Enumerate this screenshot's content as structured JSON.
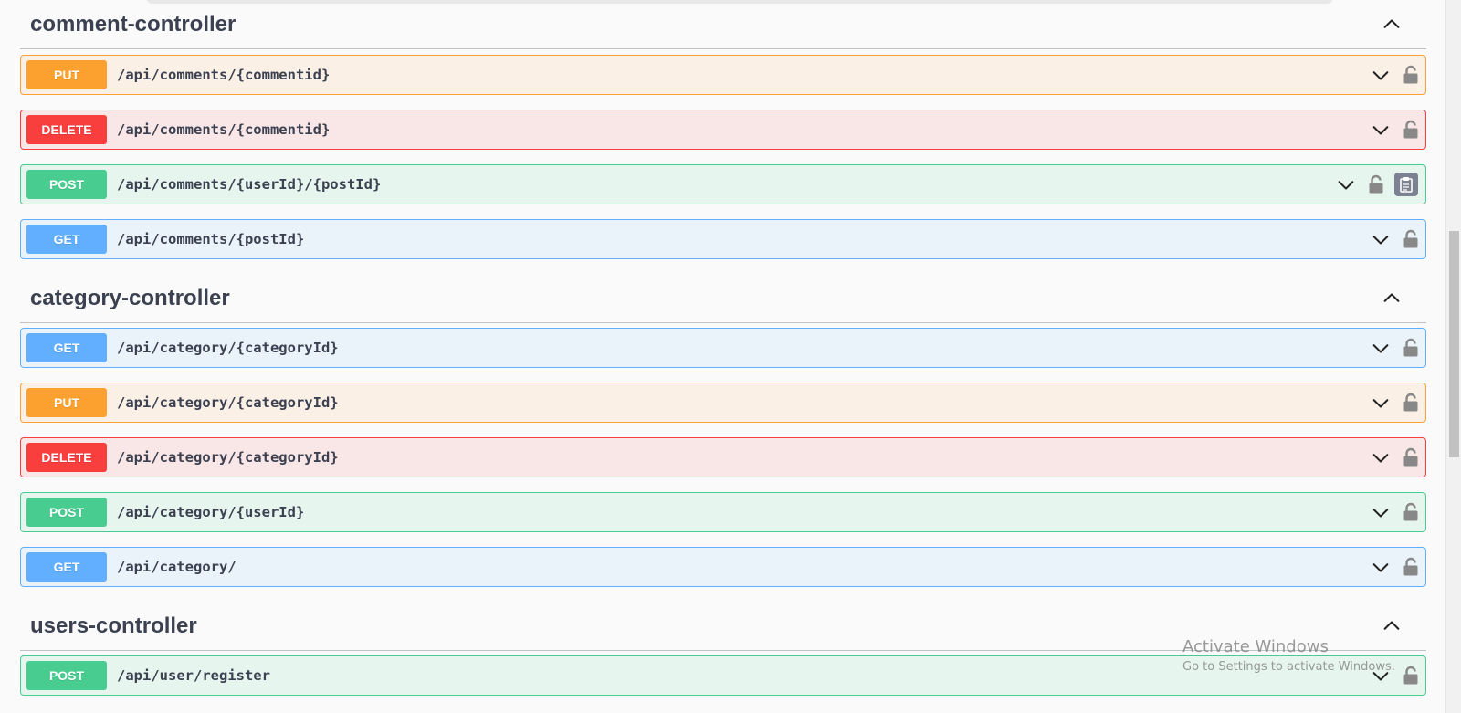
{
  "sections": [
    {
      "title": "comment-controller",
      "ops": [
        {
          "method": "PUT",
          "path": "/api/comments/{commentid}",
          "copy": false
        },
        {
          "method": "DELETE",
          "path": "/api/comments/{commentid}",
          "copy": false
        },
        {
          "method": "POST",
          "path": "/api/comments/{userId}/{postId}",
          "copy": true
        },
        {
          "method": "GET",
          "path": "/api/comments/{postId}",
          "copy": false
        }
      ]
    },
    {
      "title": "category-controller",
      "ops": [
        {
          "method": "GET",
          "path": "/api/category/{categoryId}",
          "copy": false
        },
        {
          "method": "PUT",
          "path": "/api/category/{categoryId}",
          "copy": false
        },
        {
          "method": "DELETE",
          "path": "/api/category/{categoryId}",
          "copy": false
        },
        {
          "method": "POST",
          "path": "/api/category/{userId}",
          "copy": false
        },
        {
          "method": "GET",
          "path": "/api/category/",
          "copy": false
        }
      ]
    },
    {
      "title": "users-controller",
      "ops": [
        {
          "method": "POST",
          "path": "/api/user/register",
          "copy": false
        }
      ]
    }
  ],
  "watermark": {
    "line1": "Activate Windows",
    "line2": "Go to Settings to activate Windows."
  },
  "icons": {
    "section_toggle": "chevron-up-icon",
    "op_toggle": "chevron-down-icon",
    "lock": "lock-icon",
    "copy": "clipboard-copy-icon"
  },
  "colors": {
    "put": "#fca130",
    "delete": "#f93e3e",
    "post": "#49cc90",
    "get": "#61affe",
    "text": "#3b4151"
  }
}
